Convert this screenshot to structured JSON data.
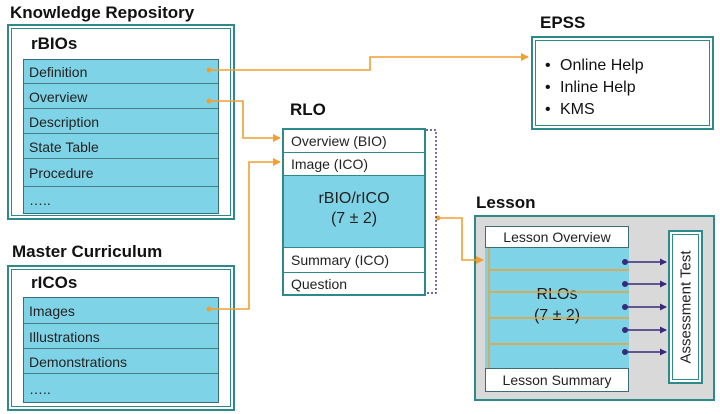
{
  "knowledge_repository": {
    "title": "Knowledge Repository",
    "subtitle": "rBIOs",
    "items": [
      "Definition",
      "Overview",
      "Description",
      "State Table",
      "Procedure",
      "….."
    ]
  },
  "master_curriculum": {
    "title": "Master Curriculum",
    "subtitle": "rICOs",
    "items": [
      "Images",
      "Illustrations",
      "Demonstrations",
      "….."
    ]
  },
  "epss": {
    "title": "EPSS",
    "bullets": [
      "Online Help",
      "Inline Help",
      "KMS"
    ],
    "bullet_glyph": "•"
  },
  "rlo": {
    "title": "RLO",
    "rows_top": [
      "Overview  (BIO)",
      "Image  (ICO)"
    ],
    "center_line1": "rBIO/rICO",
    "center_line2": "(7 ± 2)",
    "rows_bottom": [
      "Summary  (ICO)",
      "Question"
    ]
  },
  "lesson": {
    "title": "Lesson",
    "overview": "Lesson Overview",
    "center_line1": "RLOs",
    "center_line2": "(7 ± 2)",
    "summary": "Lesson Summary",
    "assessment": "Assessment Test"
  },
  "colors": {
    "frame": "#2e8a8a",
    "cyan_fill": "#7fd3e6",
    "connector": "#f0a030",
    "arrow_dark": "#3a2a7a",
    "dotted": "#3a3a9a"
  }
}
